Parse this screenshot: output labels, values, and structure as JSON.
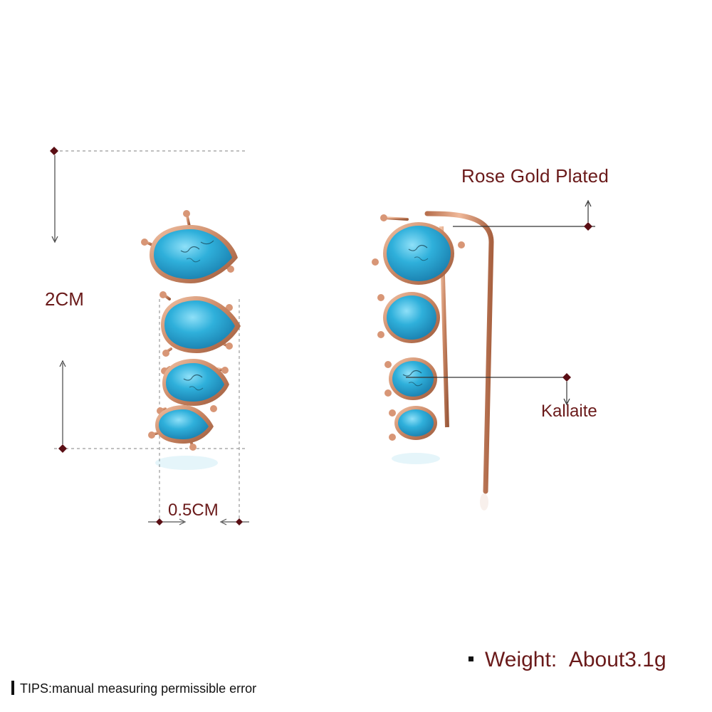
{
  "dimensions": {
    "height": "2CM",
    "width": "0.5CM"
  },
  "callouts": {
    "plating": "Rose Gold  Plated",
    "material": "Kallaite"
  },
  "weight": {
    "label": "Weight:",
    "value": "About3.1g"
  },
  "tips": "TIPS:manual measuring permissible error",
  "colors": {
    "label_text": "#6a1a1a",
    "rose_gold": "#c98562",
    "turquoise": "#2aa9d6",
    "dimension_line": "#999999"
  }
}
